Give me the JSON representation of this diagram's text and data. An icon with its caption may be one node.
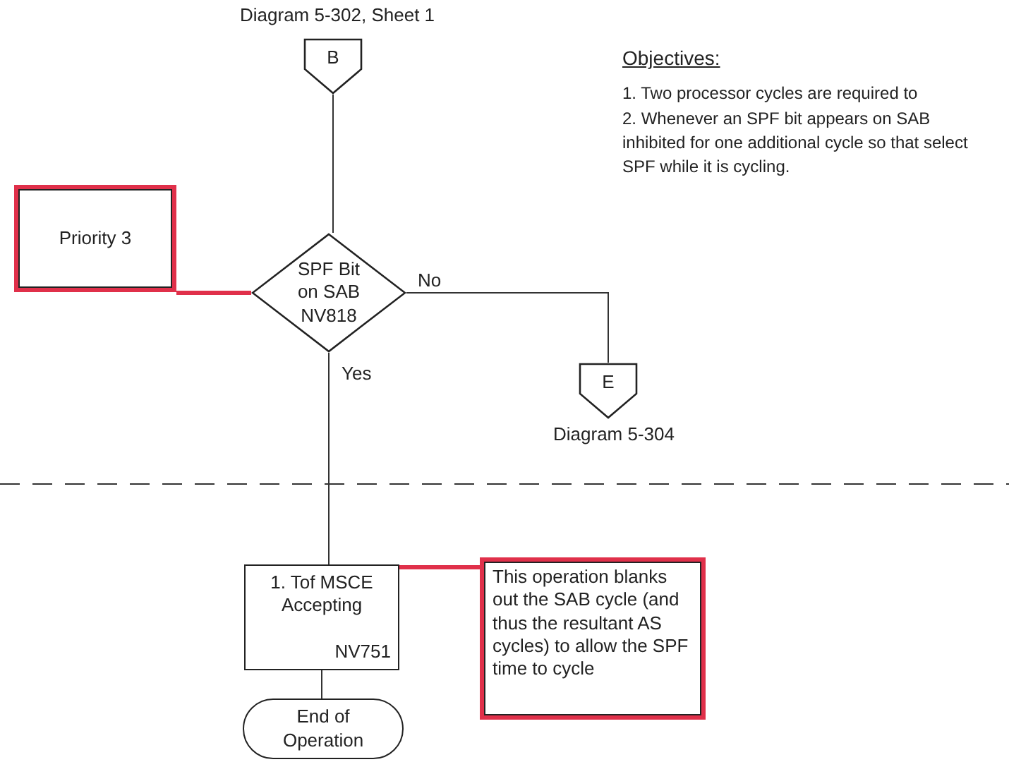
{
  "diagram": {
    "nodes": [
      {
        "text": [
          "B"
        ],
        "beside": [
          "Diagram 5-302, Sheet 1"
        ]
      },
      {
        "text": [
          "Priority 3"
        ]
      },
      {
        "text": [
          "SPF Bit on SAB NV818"
        ]
      },
      {
        "text": [
          "E"
        ],
        "beside": [
          "Diagram 5-304"
        ]
      },
      {
        "text": [
          "1. Tof MSCE Accepting",
          "NV751"
        ]
      },
      {
        "text": [
          "End of Operation"
        ]
      },
      {
        "text": [
          "This operation blanks out the SAB cycle (and thus the resultant AS cycles) to allow the SPF time to cycle"
        ]
      }
    ],
    "edges": [
      {
        "from": 0,
        "to": 2,
        "arrow": "none"
      },
      {
        "from": 1,
        "to": 2,
        "arrow": "none",
        "style": "thick",
        "color": "#e0304a"
      },
      {
        "from": 2,
        "to": 3,
        "arrow": "none",
        "label": "No"
      },
      {
        "from": 2,
        "to": 4,
        "arrow": "none",
        "label": "Yes"
      },
      {
        "from": 4,
        "to": 5,
        "arrow": "none"
      },
      {
        "from": 4,
        "to": 6,
        "arrow": "none",
        "style": "thick",
        "color": "#e0304a"
      }
    ],
    "labels": [
      "Objectives:",
      "1. Two processor cycles are required to",
      "2. Whenever an SPF bit appears on SAB inhibited for one additional cycle so that select SPF while it is cycling."
    ]
  }
}
